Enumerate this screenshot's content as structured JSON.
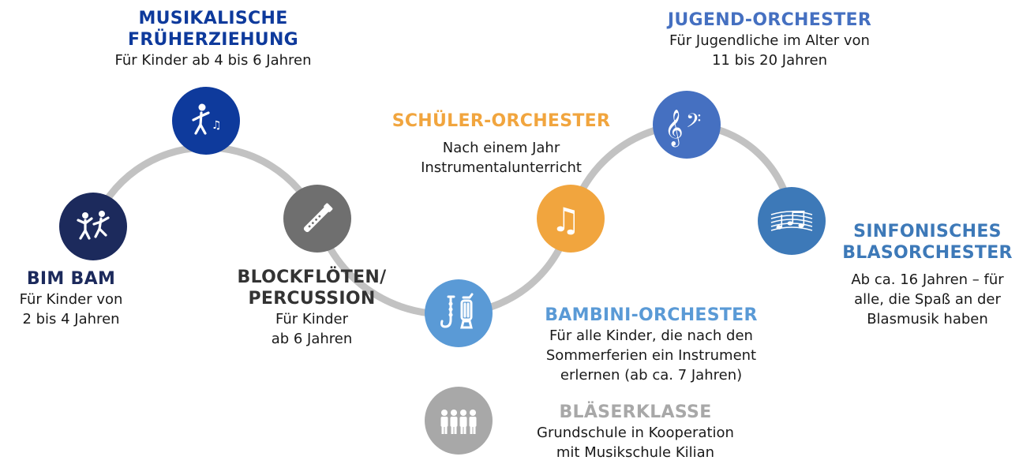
{
  "colors": {
    "navy": "#1c2a5c",
    "royal": "#0e3a9c",
    "gray": "#6f6f6f",
    "orange": "#f1a53e",
    "sky": "#5a9ad6",
    "mid_blue": "#4570c1",
    "steel": "#3d79b8",
    "light_gray": "#a8a8a8",
    "arc": "#c2c2c2"
  },
  "stages": [
    {
      "id": "bim-bam",
      "icon": "dancing-children-icon",
      "title_lines": [
        "BIM BAM"
      ],
      "desc_lines": [
        "Für Kinder von",
        "2 bis 4 Jahren"
      ]
    },
    {
      "id": "musikalische-frueherziehung",
      "icon": "dancing-person-music-icon",
      "title_lines": [
        "MUSIKALISCHE",
        "FRÜHERZIEHUNG"
      ],
      "desc_lines": [
        "Für Kinder ab 4 bis 6 Jahren"
      ]
    },
    {
      "id": "blockfloeten-percussion",
      "icon": "recorder-flute-icon",
      "title_lines": [
        "BLOCKFLÖTEN/",
        "PERCUSSION"
      ],
      "desc_lines": [
        "Für Kinder",
        "ab 6 Jahren"
      ]
    },
    {
      "id": "bambini-orchester",
      "icon": "saxophone-trumpet-icon",
      "title_lines": [
        "BAMBINI-ORCHESTER"
      ],
      "desc_lines": [
        "Für alle Kinder, die nach den",
        "Sommerferien ein Instrument",
        "erlernen (ab ca. 7 Jahren)"
      ]
    },
    {
      "id": "schueler-orchester",
      "icon": "music-notes-icon",
      "title_lines": [
        "SCHÜLER-ORCHESTER"
      ],
      "desc_lines": [
        "Nach einem Jahr",
        "Instrumentalunterricht"
      ]
    },
    {
      "id": "jugend-orchester",
      "icon": "treble-bass-clef-icon",
      "title_lines": [
        "JUGEND-ORCHESTER"
      ],
      "desc_lines": [
        "Für Jugendliche im Alter von",
        "11 bis 20 Jahren"
      ]
    },
    {
      "id": "sinfonisches-blasorchester",
      "icon": "sheet-music-icon",
      "title_lines": [
        "SINFONISCHES",
        "BLASORCHESTER"
      ],
      "desc_lines": [
        "Ab ca. 16 Jahren – für",
        "alle, die Spaß an der",
        "Blasmusik haben"
      ]
    },
    {
      "id": "blaeserklasse",
      "icon": "group-of-children-icon",
      "title_lines": [
        "BLÄSERKLASSE"
      ],
      "desc_lines": [
        "Grundschule in Kooperation",
        "mit Musikschule Kilian"
      ]
    }
  ]
}
